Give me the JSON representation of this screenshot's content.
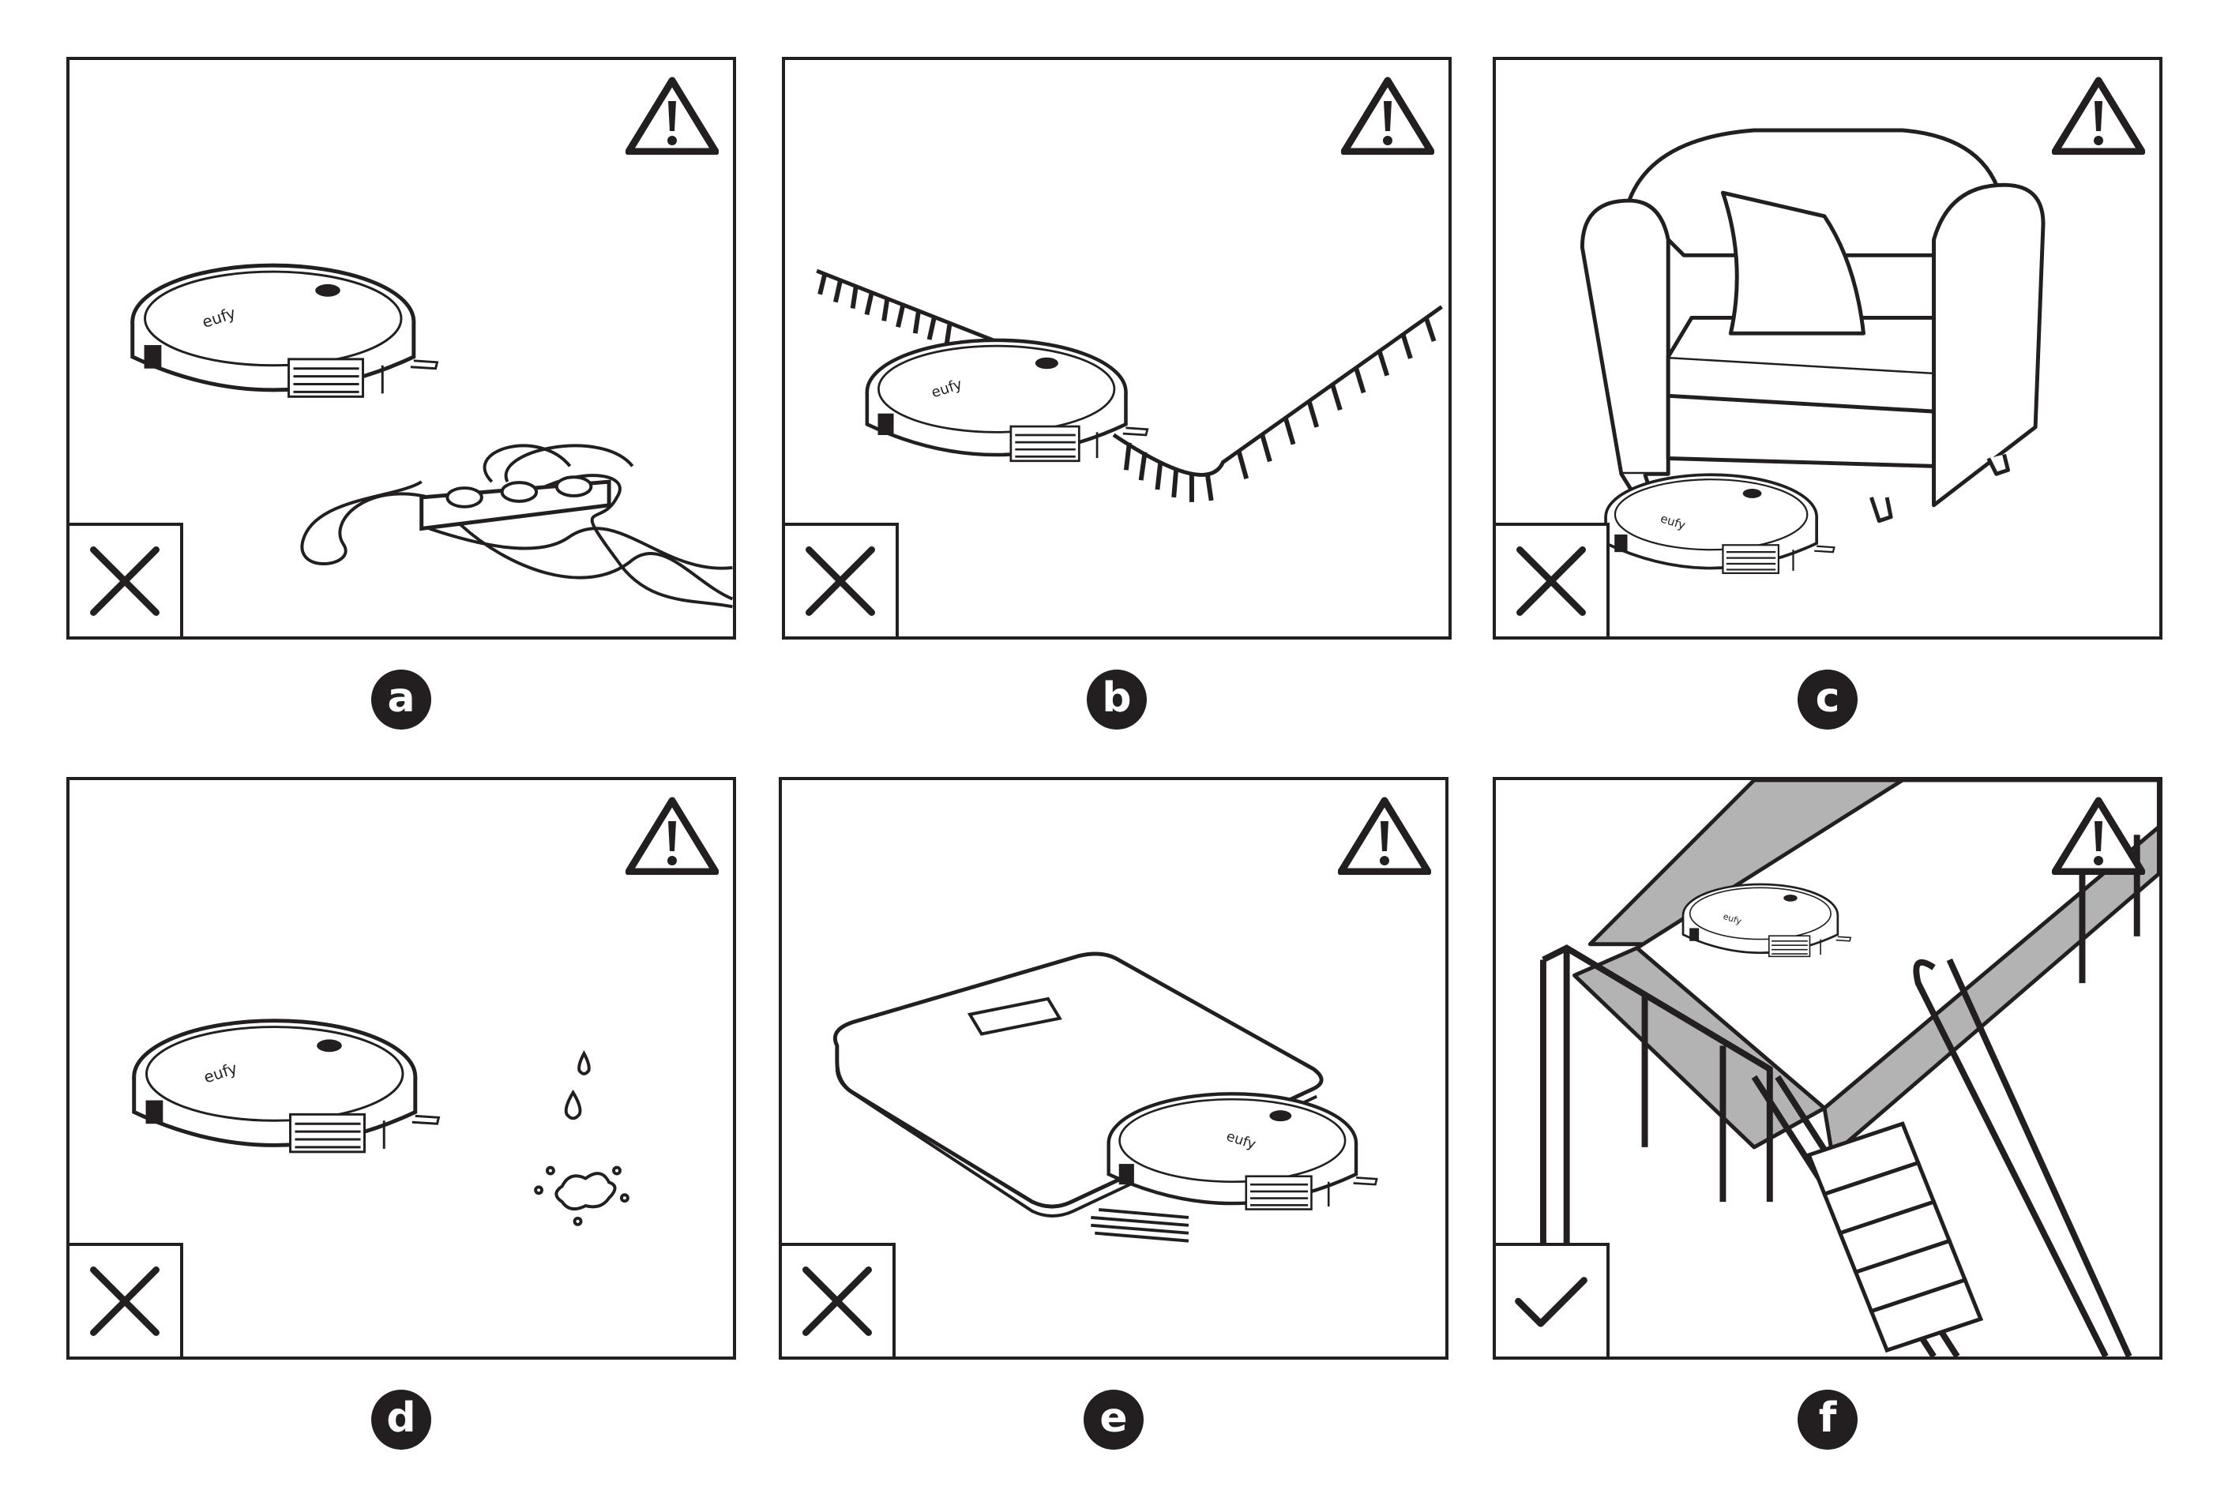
{
  "colors": {
    "ink": "#231f20",
    "paper": "#ffffff",
    "shade": "#b3b3b3"
  },
  "robot_logo_text": "eufy",
  "panels": [
    {
      "id": "a",
      "label": "a",
      "status": "cross-icon",
      "warning": "warning-triangle-icon",
      "scene": "power-strip-and-cables"
    },
    {
      "id": "b",
      "label": "b",
      "status": "cross-icon",
      "warning": "warning-triangle-icon",
      "scene": "rug-tassels"
    },
    {
      "id": "c",
      "label": "c",
      "status": "cross-icon",
      "warning": "warning-triangle-icon",
      "scene": "armchair-low-clearance"
    },
    {
      "id": "d",
      "label": "d",
      "status": "cross-icon",
      "warning": "warning-triangle-icon",
      "scene": "liquid-spills"
    },
    {
      "id": "e",
      "label": "e",
      "status": "cross-icon",
      "warning": "warning-triangle-icon",
      "scene": "bathroom-scale"
    },
    {
      "id": "f",
      "label": "f",
      "status": "check-icon",
      "warning": "warning-triangle-icon",
      "scene": "elevated-floor-with-railing"
    }
  ]
}
